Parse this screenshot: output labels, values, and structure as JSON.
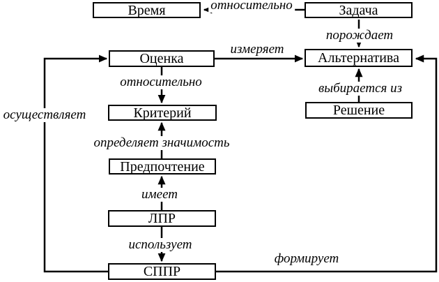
{
  "diagram": {
    "title": "",
    "colors": {
      "line": "#000000",
      "box_fill": "#ffffff",
      "text": "#000000",
      "background": "#ffffff"
    },
    "nodes": [
      {
        "id": "time",
        "label": "Время"
      },
      {
        "id": "task",
        "label": "Задача"
      },
      {
        "id": "evaluation",
        "label": "Оценка"
      },
      {
        "id": "alternative",
        "label": "Альтернатива"
      },
      {
        "id": "criterion",
        "label": "Критерий"
      },
      {
        "id": "decision",
        "label": "Решение"
      },
      {
        "id": "preference",
        "label": "Предпочтение"
      },
      {
        "id": "dm",
        "label": "ЛПР"
      },
      {
        "id": "dss",
        "label": "СППР"
      }
    ],
    "edges": [
      {
        "from": "task",
        "to": "time",
        "label": "относительно"
      },
      {
        "from": "task",
        "to": "alternative",
        "label": "порождает"
      },
      {
        "from": "evaluation",
        "to": "alternative",
        "label": "измеряет"
      },
      {
        "from": "evaluation",
        "to": "criterion",
        "label": "относительно"
      },
      {
        "from": "decision",
        "to": "alternative",
        "label": "выбирается из"
      },
      {
        "from": "preference",
        "to": "criterion",
        "label": "определяет значимость"
      },
      {
        "from": "dm",
        "to": "preference",
        "label": "имеет"
      },
      {
        "from": "dm",
        "to": "dss",
        "label": "использует"
      },
      {
        "from": "dss",
        "to": "evaluation",
        "label": "осуществляет"
      },
      {
        "from": "dss",
        "to": "alternative",
        "label": "формирует"
      }
    ]
  }
}
